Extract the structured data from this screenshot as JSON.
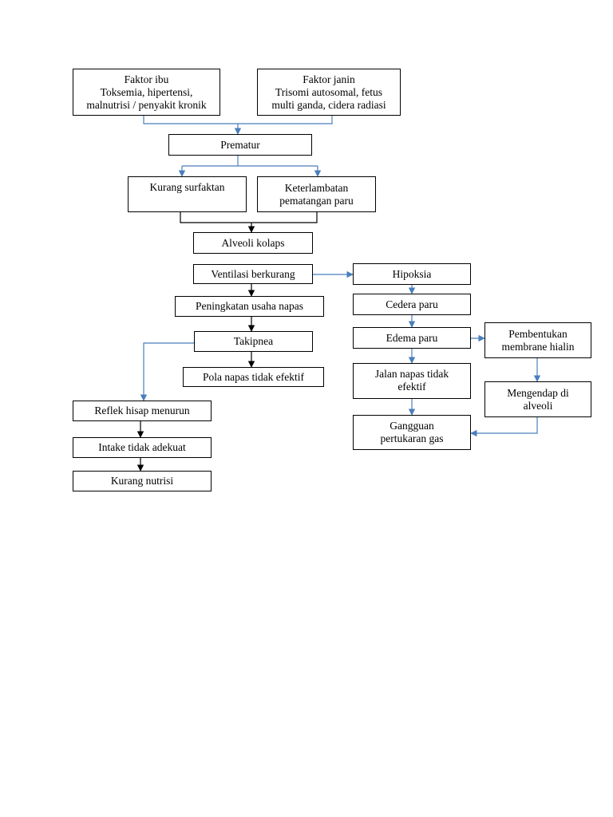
{
  "colors": {
    "blue_arrow": "#4a7ebb",
    "black_arrow": "#000000",
    "border": "#000000"
  },
  "nodes": {
    "faktor_ibu": {
      "title": "Faktor ibu",
      "lines": [
        "Toksemia, hipertensi,",
        "malnutrisi / penyakit kronik"
      ]
    },
    "faktor_janin": {
      "title": "Faktor janin",
      "lines": [
        "Trisomi autosomal, fetus",
        "multi ganda, cidera radiasi"
      ]
    },
    "prematur": "Prematur",
    "kurang_surfaktan": "Kurang surfaktan",
    "keterlambatan": [
      "Keterlambatan",
      "pematangan paru"
    ],
    "alveoli_kolaps": "Alveoli kolaps",
    "ventilasi": "Ventilasi berkurang",
    "peningkatan": "Peningkatan usaha napas",
    "takipnea": "Takipnea",
    "pola_napas": "Pola napas tidak efektif",
    "reflek_hisap": "Reflek hisap menurun",
    "intake": "Intake tidak adekuat",
    "kurang_nutrisi": "Kurang nutrisi",
    "hipoksia": "Hipoksia",
    "cedera_paru": "Cedera paru",
    "edema_paru": "Edema paru",
    "jalan_napas": [
      "Jalan napas tidak",
      "efektif"
    ],
    "gangguan": [
      "Gangguan",
      "pertukaran gas"
    ],
    "pembentukan": [
      "Pembentukan",
      "membrane hialin"
    ],
    "mengendap": [
      "Mengendap di",
      "alveoli"
    ]
  }
}
